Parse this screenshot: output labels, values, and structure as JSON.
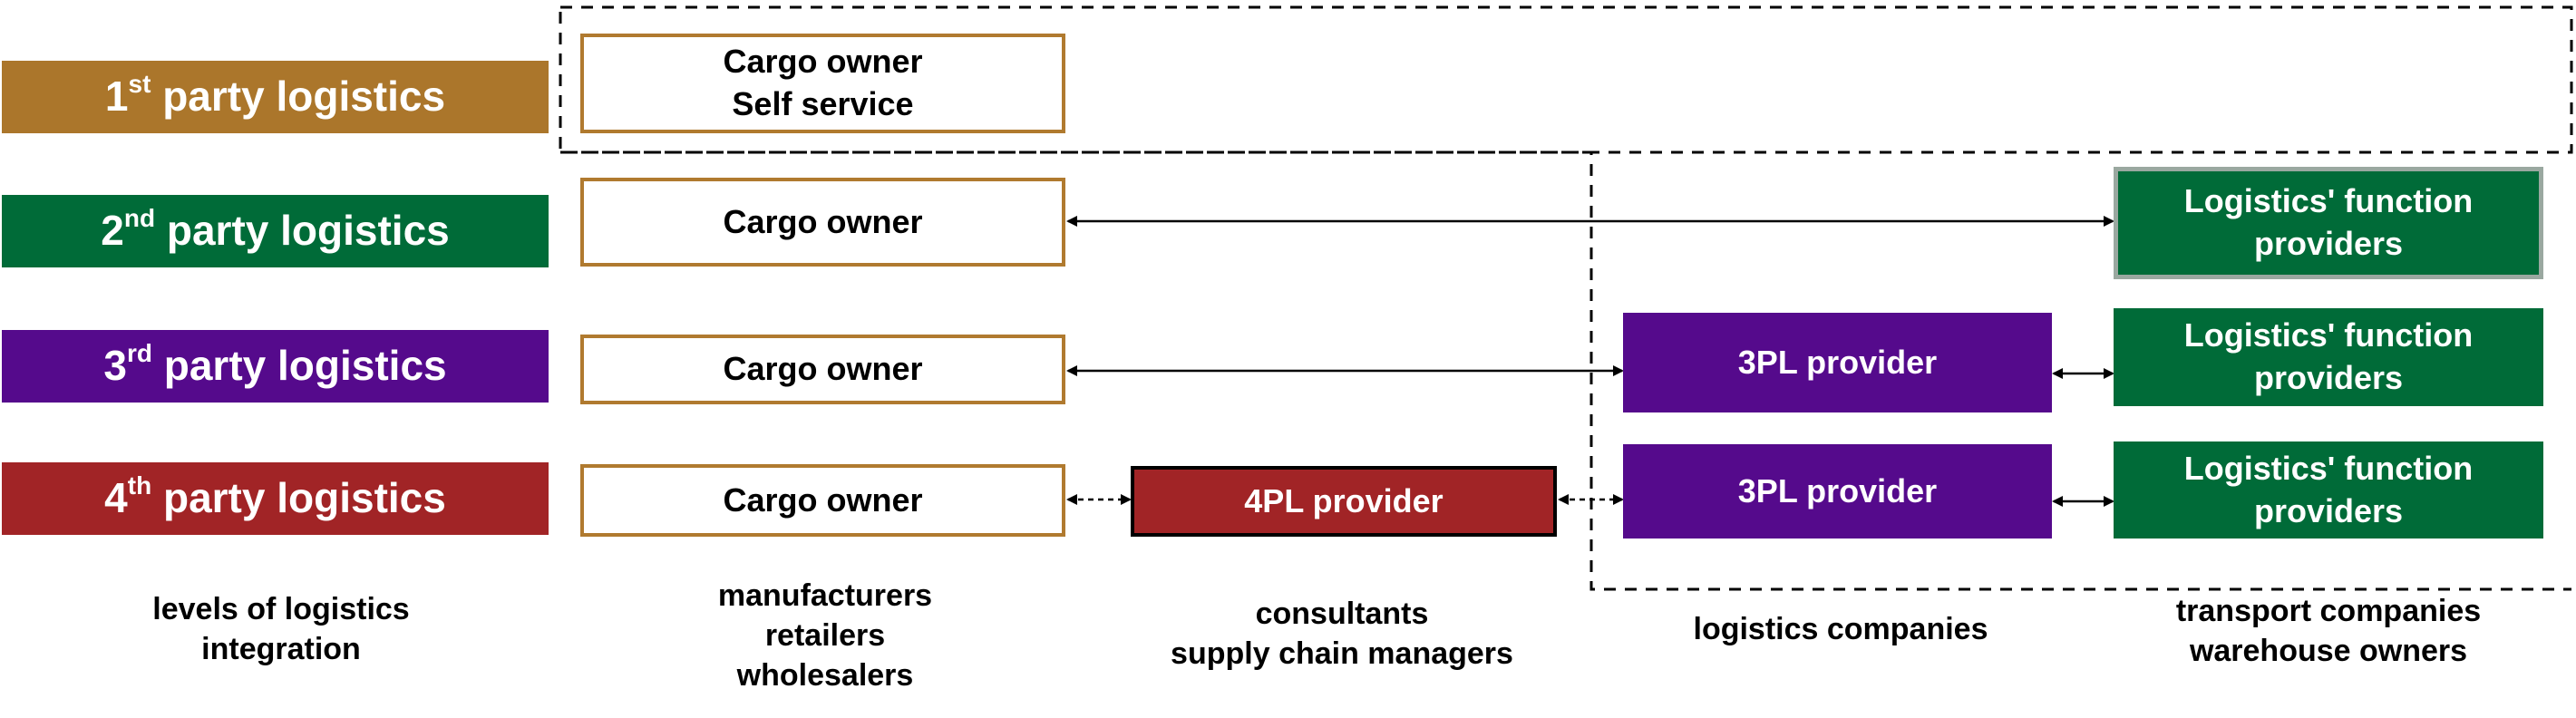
{
  "levels": {
    "first": {
      "num": "1",
      "sup": "st",
      "text": " party logistics",
      "color": "#ab762b"
    },
    "second": {
      "num": "2",
      "sup": "nd",
      "text": " party logistics",
      "color": "#006b38"
    },
    "third": {
      "num": "3",
      "sup": "rd",
      "text": " party logistics",
      "color": "#550a8c"
    },
    "fourth": {
      "num": "4",
      "sup": "th",
      "text": " party logistics",
      "color": "#a12426"
    }
  },
  "owners": {
    "self_line1": "Cargo owner",
    "self_line2": "Self service",
    "row2": "Cargo owner",
    "row3": "Cargo owner",
    "row4": "Cargo owner"
  },
  "providers": {
    "fourpl": "4PL provider",
    "threepl_row3": "3PL provider",
    "threepl_row4": "3PL provider",
    "lfp_row2_line1": "Logistics' function",
    "lfp_row2_line2": "providers",
    "lfp_row3_line1": "Logistics' function",
    "lfp_row3_line2": "providers",
    "lfp_row4_line1": "Logistics' function",
    "lfp_row4_line2": "providers"
  },
  "captions": {
    "levels_line1": "levels of logistics",
    "levels_line2": "integration",
    "owners_line1": "manufacturers",
    "owners_line2": "retailers",
    "owners_line3": "wholesalers",
    "consultants_line1": "consultants",
    "consultants_line2": "supply chain managers",
    "logistics_companies": "logistics companies",
    "transport_line1": "transport companies",
    "transport_line2": "warehouse owners"
  },
  "colors": {
    "owner_border": "#b07a2f",
    "threepl": "#550a8c",
    "lfp": "#006b38",
    "fourpl": "#a12426"
  }
}
